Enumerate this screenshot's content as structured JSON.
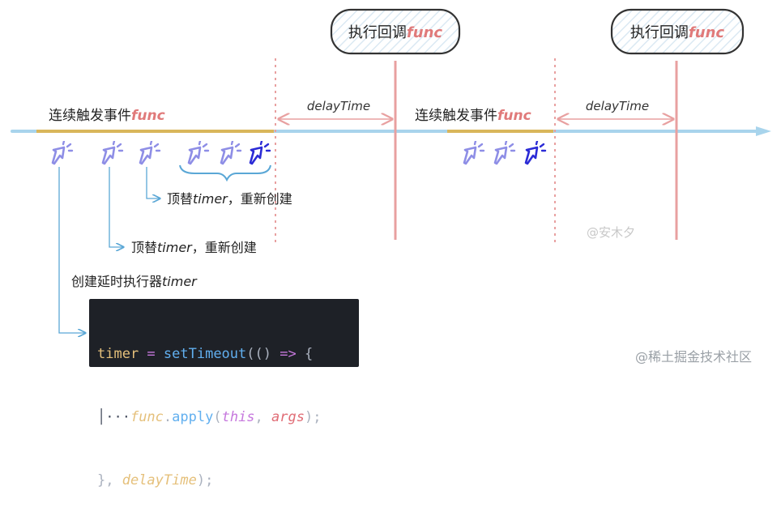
{
  "exec_boxes": [
    {
      "prefix": "执行回调",
      "func": "func"
    },
    {
      "prefix": "执行回调",
      "func": "func"
    }
  ],
  "event_labels": [
    {
      "prefix": "连续触发事件",
      "func": "func"
    },
    {
      "prefix": "连续触发事件",
      "func": "func"
    }
  ],
  "delay_labels": [
    "delayTime",
    "delayTime"
  ],
  "annotations": {
    "replace_top": {
      "prefix": "顶替",
      "var": "timer",
      "suffix": "，重新创建"
    },
    "replace_mid": {
      "prefix": "顶替",
      "var": "timer",
      "suffix": "，重新创建"
    },
    "create": {
      "prefix": "创建延时执行器",
      "var": "timer"
    }
  },
  "code": {
    "l1_var": "timer",
    "l1_eq": " = ",
    "l1_fn": "setTimeout",
    "l1_open": "(() ",
    "l1_arrow": "=>",
    "l1_brace": " {",
    "l2_guide": "│···",
    "l2_func": "func",
    "l2_dot": ".",
    "l2_apply": "apply",
    "l2_open": "(",
    "l2_this": "this",
    "l2_comma": ", ",
    "l2_args": "args",
    "l2_close": ");",
    "l3_close": "}, ",
    "l3_delay": "delayTime",
    "l3_end": ");"
  },
  "watermark_author": "@安木夕",
  "watermark_site": "@稀土掘金技术社区",
  "colors": {
    "timeline": "#a8d4ec",
    "event_bar": "#d9b65b",
    "red_line": "#e8a0a0",
    "func_text": "#e07a7a",
    "cursor": "#8e8ee6",
    "cursor_active": "#2b2bd6",
    "brace": "#5aa7d6",
    "connector": "#5aa7d6"
  },
  "icons": [
    "click-cursor-icon"
  ]
}
